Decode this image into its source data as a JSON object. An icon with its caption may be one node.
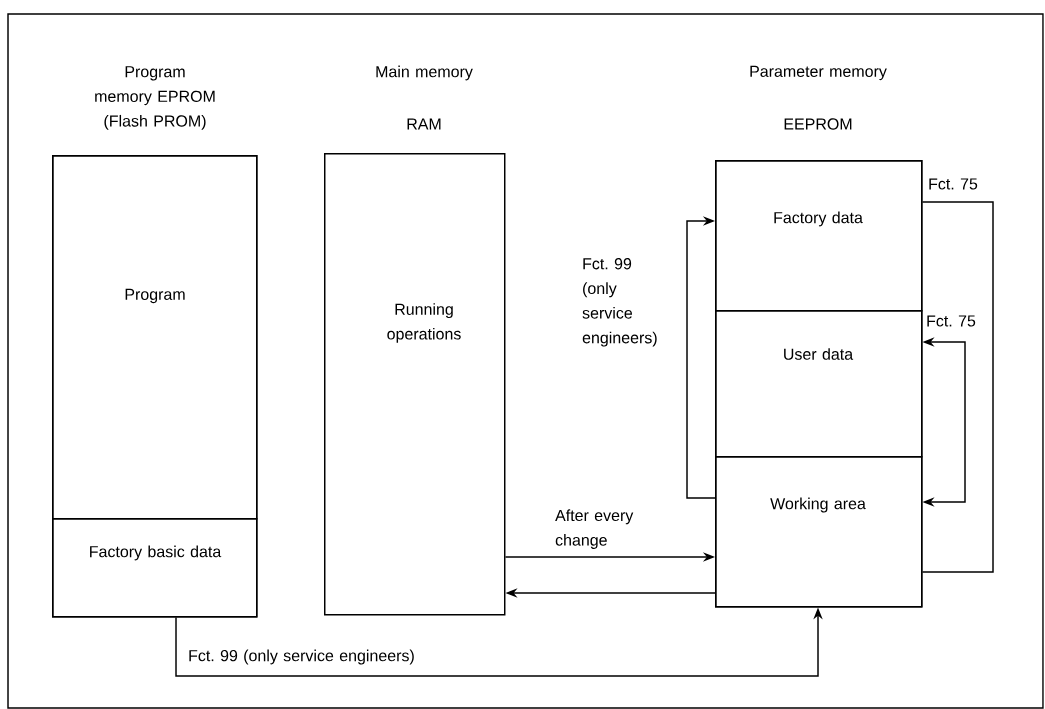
{
  "diagram": {
    "nodes": [
      {
        "text": [
          "Program memory EPROM (Flash PROM)"
        ]
      },
      {
        "text": [
          "Program"
        ],
        "in": 0
      },
      {
        "text": [
          "Factory basic data"
        ],
        "in": 0
      },
      {
        "text": [
          "Main memory",
          "RAM",
          "Running operations"
        ]
      },
      {
        "text": [
          "Parameter memory",
          "EEPROM"
        ]
      },
      {
        "text": [
          "Factory data"
        ],
        "in": 4
      },
      {
        "text": [
          "User data"
        ],
        "in": 4
      },
      {
        "text": [
          "Working area"
        ],
        "in": 4
      }
    ],
    "edges": [
      {
        "from": 2,
        "to": 7,
        "arrow": "to",
        "label": "Fct. 99 (only service engineers)"
      },
      {
        "from": 3,
        "to": 7,
        "arrow": "to",
        "label": "After every change"
      },
      {
        "from": 7,
        "to": 3,
        "arrow": "to"
      },
      {
        "from": 7,
        "to": 5,
        "arrow": "to",
        "label": "Fct. 99 (only service engineers)"
      },
      {
        "from": 6,
        "to": 7,
        "arrow": "both",
        "label": "Fct. 75"
      },
      {
        "from": 5,
        "to": 7,
        "arrow": "none",
        "label": "Fct. 75"
      }
    ]
  }
}
